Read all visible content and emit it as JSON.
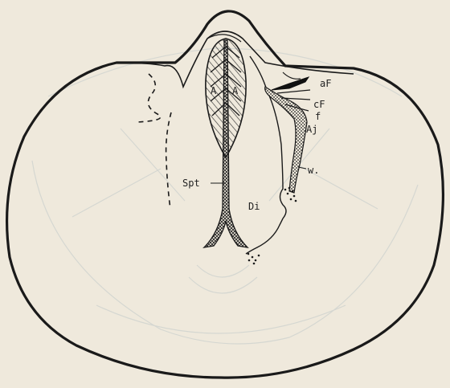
{
  "figure": {
    "labels": {
      "A_left": "A",
      "A_right": "A",
      "aF": "aF",
      "cF": "cF",
      "f": "f",
      "Aj": "Aj",
      "w": "w.",
      "Spt": "Spt",
      "Di": "Di"
    }
  }
}
